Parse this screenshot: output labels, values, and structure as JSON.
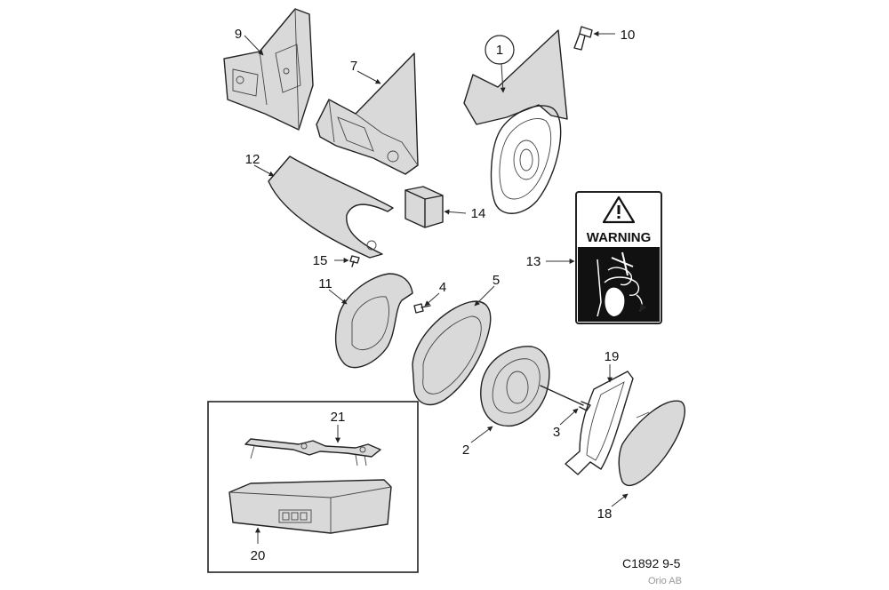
{
  "drawing_code": "C1892 9-5",
  "credit": "Orio AB",
  "warning_label": "WARNING",
  "callouts": {
    "p1": "1",
    "p2": "2",
    "p3": "3",
    "p4": "4",
    "p5": "5",
    "p7": "7",
    "p9": "9",
    "p10": "10",
    "p11": "11",
    "p12": "12",
    "p13": "13",
    "p14": "14",
    "p15": "15",
    "p18": "18",
    "p19": "19",
    "p20": "20",
    "p21": "21"
  },
  "icons": [
    "warning-triangle-icon",
    "hand-crush-icon"
  ]
}
